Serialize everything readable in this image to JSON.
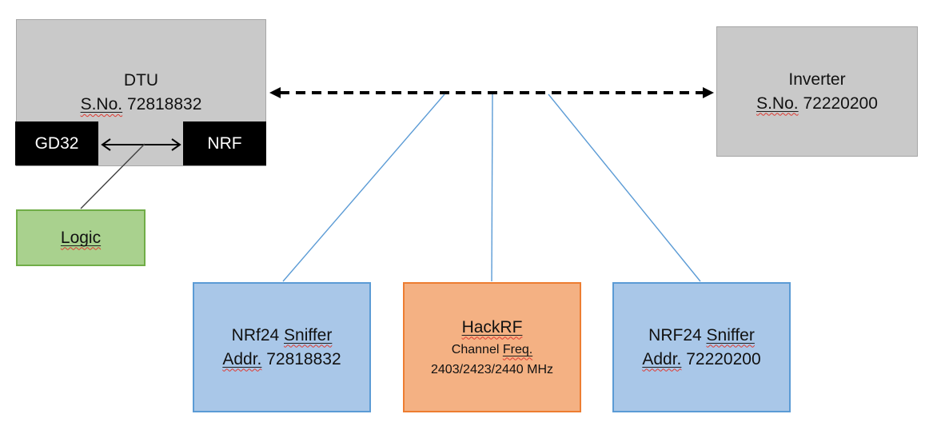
{
  "colors": {
    "canvas_bg": "#ffffff",
    "gray_fill": "#c9c9c9",
    "gray_border": "#a6a6a6",
    "black_fill": "#000000",
    "green_fill": "#a9d18e",
    "green_border": "#70ad47",
    "blue_fill": "#a9c7e8",
    "blue_border": "#5b9bd5",
    "orange_fill": "#f4b183",
    "orange_border": "#ed7d31",
    "connector_blue": "#5b9bd5",
    "connector_dark": "#404040",
    "arrow_black": "#000000",
    "text": "#111111",
    "text_inverse": "#ffffff",
    "underline": "#1f1f1f",
    "squiggle_red": "#e03b32"
  },
  "nodes": {
    "dtu": {
      "title": "DTU",
      "serial_label": "S.No.",
      "serial_value": " 72818832"
    },
    "gd32": {
      "label": "GD32"
    },
    "nrf": {
      "label": "NRF"
    },
    "logic": {
      "label": "Logic"
    },
    "inverter": {
      "title": "Inverter",
      "serial_label": "S.No.",
      "serial_value": " 72220200"
    },
    "sniffer1": {
      "name_prefix": "NRf24 ",
      "name_flag": "Sniffer",
      "addr_label": "Addr.",
      "addr_value": " 72818832"
    },
    "hackrf": {
      "title": "HackRF",
      "channel_prefix": "Channel ",
      "channel_flag": "Freq.",
      "freq": "2403/2423/2440 MHz"
    },
    "sniffer2": {
      "name_prefix": "NRF24 ",
      "name_flag": "Sniffer",
      "addr_label": "Addr.",
      "addr_value": " 72220200"
    }
  }
}
